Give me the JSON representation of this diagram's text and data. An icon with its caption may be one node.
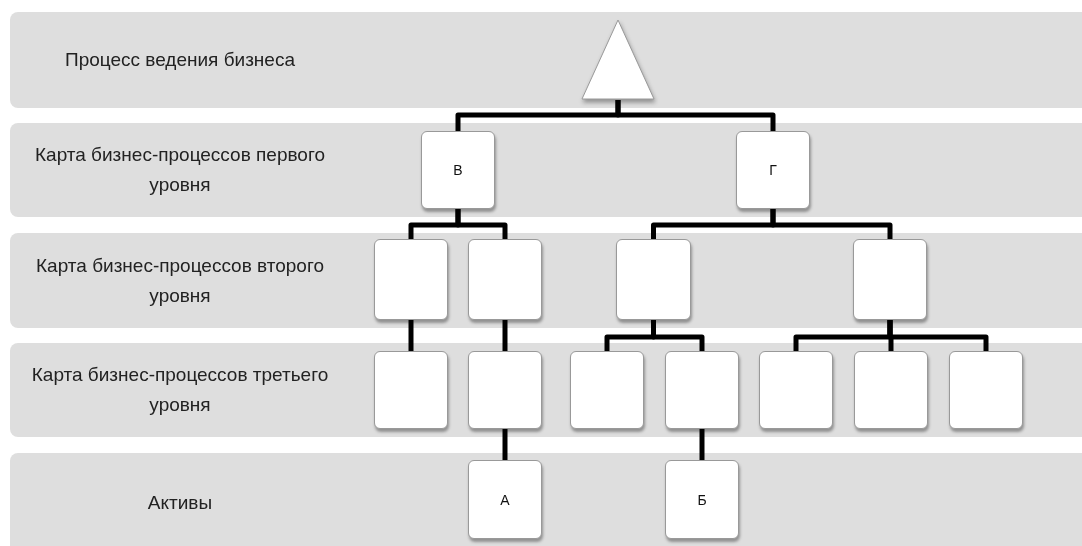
{
  "diagram": {
    "nodes": [
      {
        "text": [
          "Процесс ведения бизнеса"
        ]
      },
      {
        "text": [],
        "shape": "triangle",
        "in": 0
      },
      {
        "text": [
          "Карта бизнес-процессов первого уровня"
        ]
      },
      {
        "text": [
          "В"
        ],
        "in": 2
      },
      {
        "text": [
          "Г"
        ],
        "in": 2
      },
      {
        "text": [
          "Карта бизнес-процессов второго уровня"
        ]
      },
      {
        "text": [],
        "shape": "box",
        "in": 5
      },
      {
        "text": [],
        "shape": "box",
        "in": 5
      },
      {
        "text": [],
        "shape": "box",
        "in": 5
      },
      {
        "text": [],
        "shape": "box",
        "in": 5
      },
      {
        "text": [
          "Карта бизнес-процессов третьего уровня"
        ]
      },
      {
        "text": [],
        "shape": "box",
        "in": 10
      },
      {
        "text": [],
        "shape": "box",
        "in": 10
      },
      {
        "text": [],
        "shape": "box",
        "in": 10
      },
      {
        "text": [],
        "shape": "box",
        "in": 10
      },
      {
        "text": [],
        "shape": "box",
        "in": 10
      },
      {
        "text": [],
        "shape": "box",
        "in": 10
      },
      {
        "text": [],
        "shape": "box",
        "in": 10
      },
      {
        "text": [
          "Активы"
        ]
      },
      {
        "text": [
          "А"
        ],
        "in": 18
      },
      {
        "text": [
          "Б"
        ],
        "in": 18
      }
    ],
    "edges": [
      {
        "from": 1,
        "to": 3,
        "arrow": "none"
      },
      {
        "from": 1,
        "to": 4,
        "arrow": "none"
      },
      {
        "from": 3,
        "to": 6,
        "arrow": "none"
      },
      {
        "from": 3,
        "to": 7,
        "arrow": "none"
      },
      {
        "from": 4,
        "to": 8,
        "arrow": "none"
      },
      {
        "from": 4,
        "to": 9,
        "arrow": "none"
      },
      {
        "from": 6,
        "to": 11,
        "arrow": "none"
      },
      {
        "from": 7,
        "to": 12,
        "arrow": "none"
      },
      {
        "from": 8,
        "to": 13,
        "arrow": "none"
      },
      {
        "from": 8,
        "to": 14,
        "arrow": "none"
      },
      {
        "from": 9,
        "to": 15,
        "arrow": "none"
      },
      {
        "from": 9,
        "to": 16,
        "arrow": "none"
      },
      {
        "from": 9,
        "to": 17,
        "arrow": "none"
      },
      {
        "from": 12,
        "to": 19,
        "arrow": "none"
      },
      {
        "from": 14,
        "to": 20,
        "arrow": "none"
      }
    ]
  }
}
